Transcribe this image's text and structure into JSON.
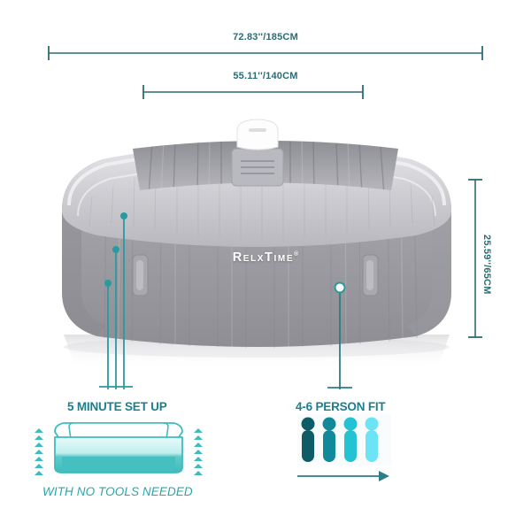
{
  "dimensions": {
    "width_label": "72.83''/185CM",
    "inner_width_label": "55.11''/140CM",
    "height_label": "25.59''/65CM"
  },
  "product": {
    "brand": "RelxTime",
    "brand_registered_mark": "®"
  },
  "features": {
    "setup": {
      "title": "5 MINUTE SET UP",
      "subtitle": "WITH NO TOOLS NEEDED",
      "icon": "inflating-tub-icon"
    },
    "capacity": {
      "title": "4-6 PERSON FIT",
      "icon": "person-figures-icon",
      "person_count": 4
    }
  },
  "colors": {
    "teal_dim": "#2c6b72",
    "teal_title": "#1b7f8c",
    "teal_sub": "#2aa5ab",
    "person_1": "#0d5c66",
    "person_2": "#12899a",
    "person_3": "#24c3d4",
    "person_4": "#6ce4f5",
    "tub_body": "#9a9a9f",
    "tub_rim": "#d6d6da",
    "background": "#ffffff"
  }
}
